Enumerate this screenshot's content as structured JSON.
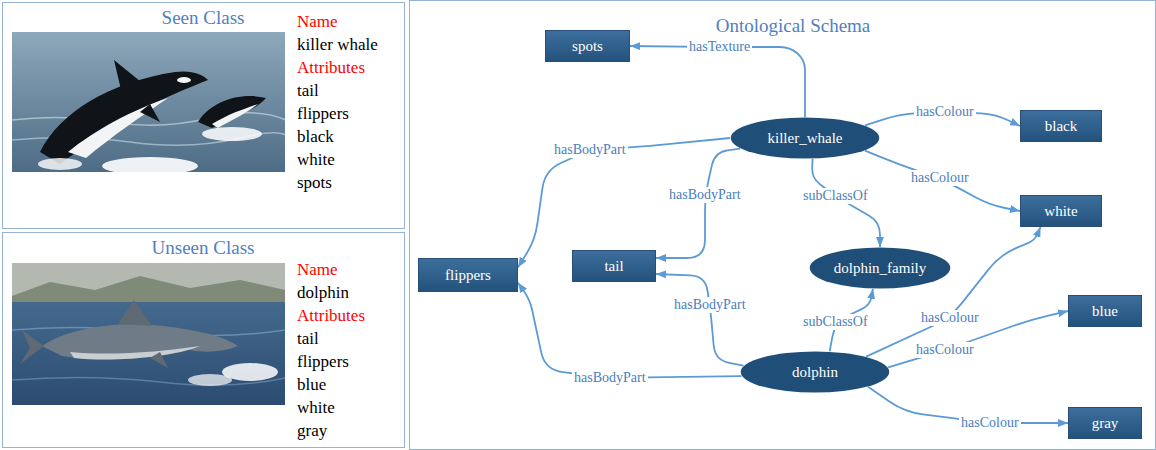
{
  "diagram": {
    "nodes": [
      {
        "text": [
          "Seen Class",
          "Name",
          "killer whale",
          "Attributes",
          "tail",
          "flippers",
          "black",
          "white",
          "spots"
        ]
      },
      {
        "text": [
          "Unseen Class",
          "Name",
          "dolphin",
          "Attributes",
          "tail",
          "flippers",
          "blue",
          "white",
          "gray"
        ]
      },
      {
        "text": [
          "Ontological Schema"
        ]
      },
      {
        "text": [
          "spots"
        ],
        "in": 2
      },
      {
        "text": [
          "killer_whale"
        ],
        "in": 2
      },
      {
        "text": [
          "black"
        ],
        "in": 2
      },
      {
        "text": [
          "white"
        ],
        "in": 2
      },
      {
        "text": [
          "flippers"
        ],
        "in": 2
      },
      {
        "text": [
          "tail"
        ],
        "in": 2
      },
      {
        "text": [
          "dolphin_family"
        ],
        "in": 2
      },
      {
        "text": [
          "blue"
        ],
        "in": 2
      },
      {
        "text": [
          "dolphin"
        ],
        "in": 2
      },
      {
        "text": [
          "gray"
        ],
        "in": 2
      }
    ],
    "edges": [
      {
        "from": 4,
        "to": 3,
        "arrow": "to",
        "label": "hasTexture"
      },
      {
        "from": 4,
        "to": 5,
        "arrow": "to",
        "label": "hasColour"
      },
      {
        "from": 4,
        "to": 6,
        "arrow": "to",
        "label": "hasColour"
      },
      {
        "from": 4,
        "to": 7,
        "arrow": "to",
        "label": "hasBodyPart"
      },
      {
        "from": 4,
        "to": 8,
        "arrow": "to",
        "label": "hasBodyPart"
      },
      {
        "from": 4,
        "to": 9,
        "arrow": "to",
        "label": "subClassOf"
      },
      {
        "from": 11,
        "to": 9,
        "arrow": "to",
        "label": "subClassOf"
      },
      {
        "from": 11,
        "to": 8,
        "arrow": "to",
        "label": "hasBodyPart"
      },
      {
        "from": 11,
        "to": 7,
        "arrow": "to",
        "label": "hasBodyPart"
      },
      {
        "from": 11,
        "to": 6,
        "arrow": "to",
        "label": "hasColour"
      },
      {
        "from": 11,
        "to": 10,
        "arrow": "to",
        "label": "hasColour"
      },
      {
        "from": 11,
        "to": 12,
        "arrow": "to",
        "label": "hasColour"
      }
    ]
  }
}
